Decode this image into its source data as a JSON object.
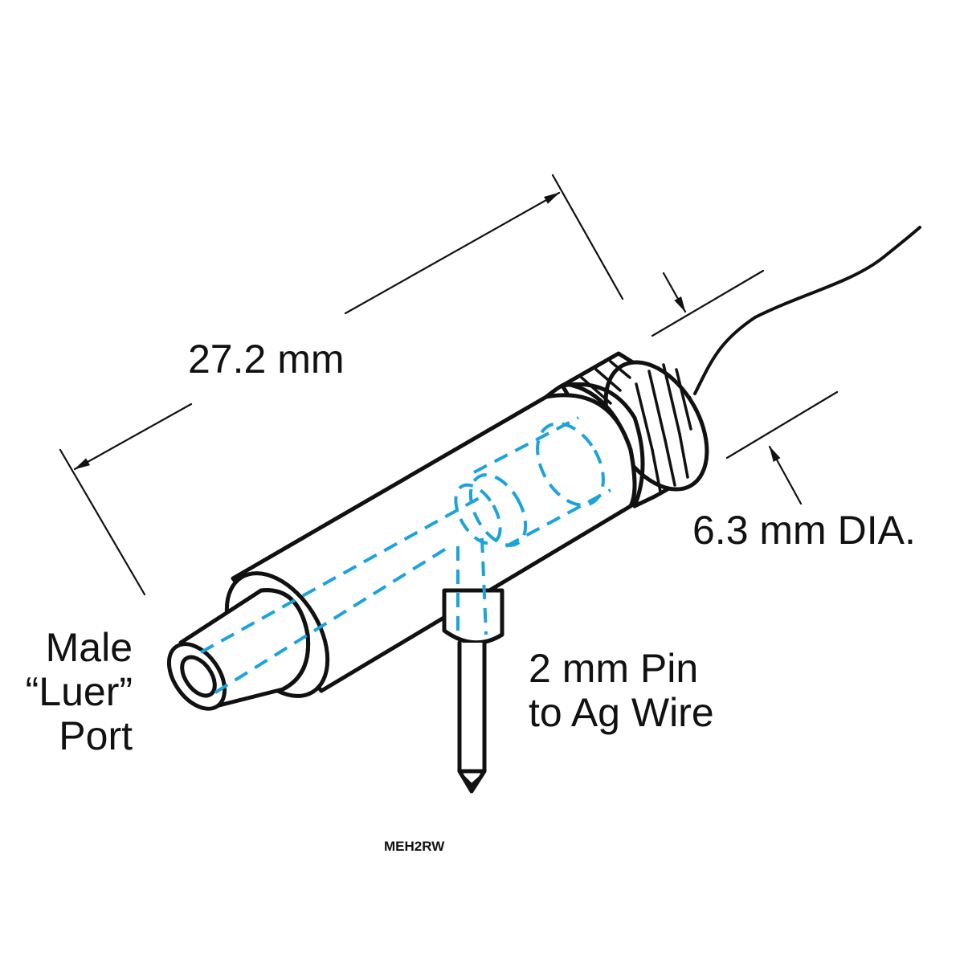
{
  "colors": {
    "outline": "#111111",
    "hidden_lines": "#1aa3dd",
    "background": "#ffffff"
  },
  "labels": {
    "length": "27.2 mm",
    "diameter": "6.3 mm DIA.",
    "port_line1": "Male",
    "port_line2": "“Luer”",
    "port_line3": "Port",
    "pin_line1": "2 mm Pin",
    "pin_line2": "to Ag Wire",
    "part_code": "MEH2RW"
  }
}
